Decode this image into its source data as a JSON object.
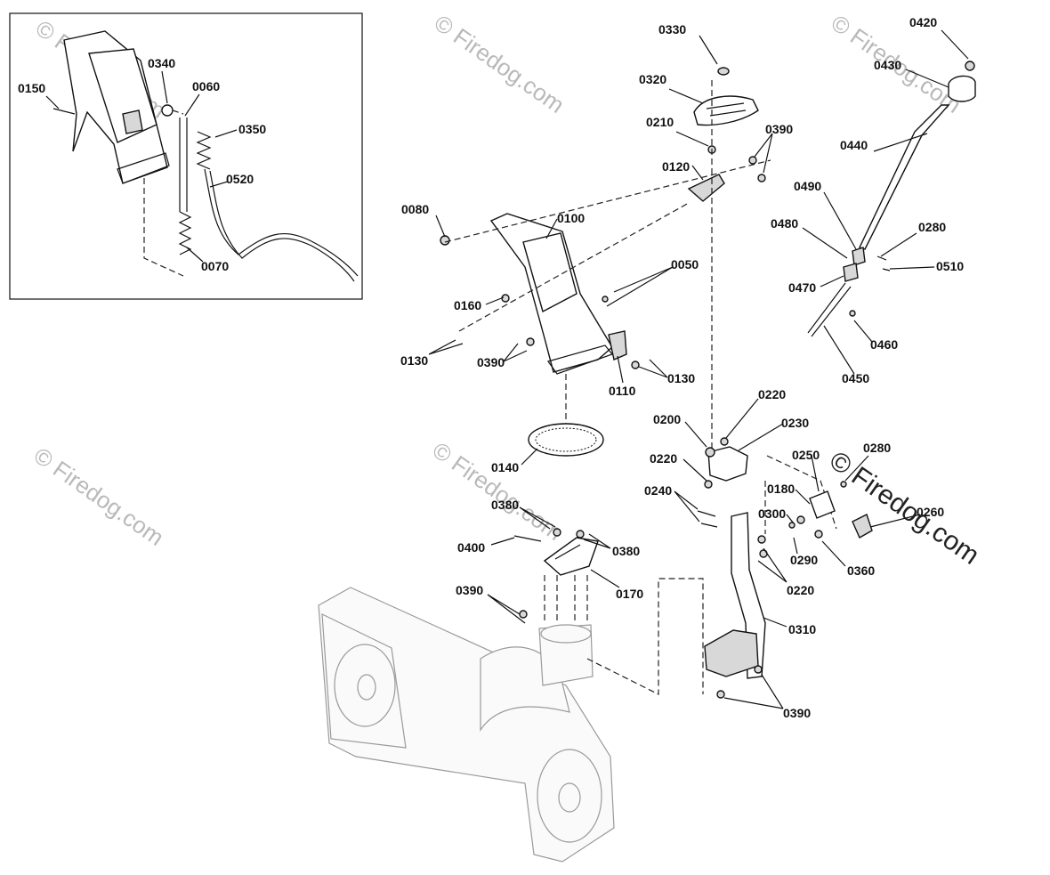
{
  "watermarks": {
    "text": "© Firedog.com",
    "prominent": "© Firedog.com"
  },
  "labels": {
    "l0330": "0330",
    "l0320": "0320",
    "l0210": "0210",
    "l0120": "0120",
    "l0390a": "0390",
    "l0420": "0420",
    "l0430": "0430",
    "l0440": "0440",
    "l0490": "0490",
    "l0480": "0480",
    "l0280a": "0280",
    "l0510": "0510",
    "l0470": "0470",
    "l0460": "0460",
    "l0450": "0450",
    "l0080": "0080",
    "l0100": "0100",
    "l0050": "0050",
    "l0160": "0160",
    "l0130a": "0130",
    "l0390b": "0390",
    "l0110": "0110",
    "l0130b": "0130",
    "l0140": "0140",
    "l0220a": "0220",
    "l0200": "0200",
    "l0230": "0230",
    "l0220b": "0220",
    "l0250": "0250",
    "l0280b": "0280",
    "l0240": "0240",
    "l0180": "0180",
    "l0300": "0300",
    "l0260": "0260",
    "l0290": "0290",
    "l0360": "0360",
    "l0220c": "0220",
    "l0310": "0310",
    "l0390d": "0390",
    "l0380a": "0380",
    "l0400": "0400",
    "l0380b": "0380",
    "l0170": "0170",
    "l0390c": "0390",
    "l0150": "0150",
    "l0340": "0340",
    "l0060": "0060",
    "l0350": "0350",
    "l0520": "0520",
    "l0070": "0070"
  }
}
